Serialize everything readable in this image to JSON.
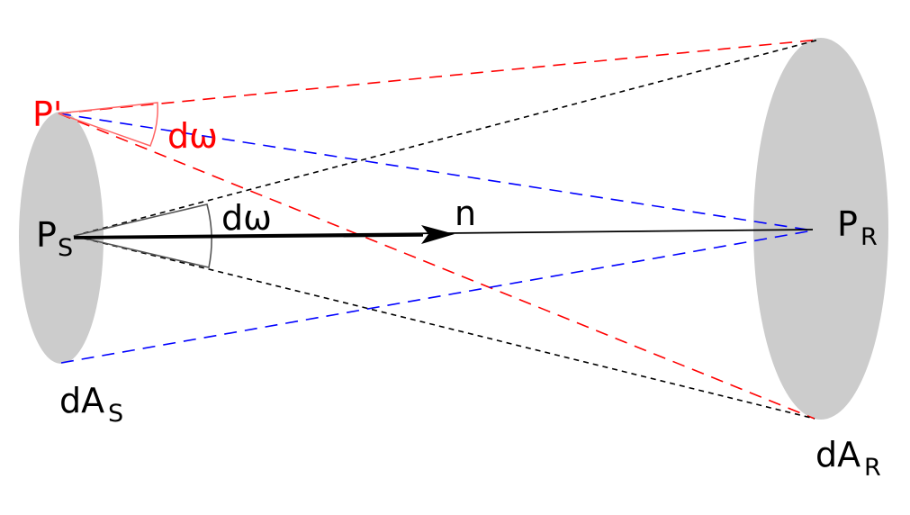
{
  "colors": {
    "surface": "#cccccc",
    "red": "#ff0000",
    "blue": "#0000ff",
    "black": "#000000",
    "arc": "#555555"
  },
  "labels": {
    "p_prime": "P'",
    "d_omega_red": "dω",
    "p_s_main": "P",
    "p_s_sub": "S",
    "d_omega_black": "dω",
    "n": "n",
    "p_r_main": "P",
    "p_r_sub": "R",
    "da_s_main": "dA",
    "da_s_sub": "S",
    "da_r_main": "dA",
    "da_r_sub": "R"
  }
}
